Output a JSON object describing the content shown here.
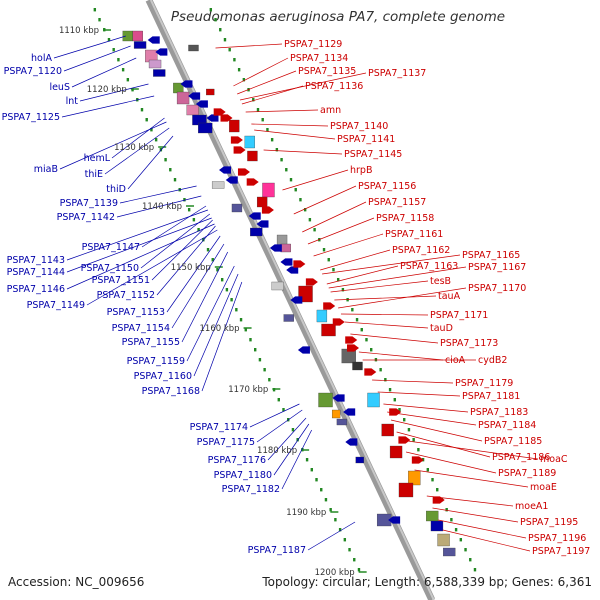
{
  "title": "Pseudomonas aeruginosa PA7, complete genome",
  "footer": {
    "accession": "Accession: NC_009656",
    "summary": "Topology: circular; Length: 6,588,339 bp; Genes: 6,361"
  },
  "colors": {
    "plus_strand": "#cc0000",
    "minus_strand": "#0000aa",
    "backbone": "#9a9a9a",
    "tick": "#228822"
  },
  "tick_labels": [
    "1110 kbp",
    "1120 kbp",
    "1130 kbp",
    "1140 kbp",
    "1150 kbp",
    "1160 kbp",
    "1170 kbp",
    "1180 kbp",
    "1190 kbp",
    "1200 kbp"
  ],
  "left_labels": [
    "holA",
    "PSPA7_1120",
    "leuS",
    "lnt",
    "PSPA7_1125",
    "hemL",
    "miaB",
    "thiE",
    "thiD",
    "PSPA7_1139",
    "PSPA7_1142",
    "PSPA7_1147",
    "PSPA7_1143",
    "PSPA7_1150",
    "PSPA7_1144",
    "PSPA7_1151",
    "PSPA7_1146",
    "PSPA7_1152",
    "PSPA7_1149",
    "PSPA7_1153",
    "PSPA7_1154",
    "PSPA7_1155",
    "PSPA7_1159",
    "PSPA7_1160",
    "PSPA7_1168",
    "PSPA7_1174",
    "PSPA7_1175",
    "PSPA7_1176",
    "PSPA7_1180",
    "PSPA7_1182",
    "PSPA7_1187"
  ],
  "right_labels": [
    "PSPA7_1129",
    "PSPA7_1134",
    "PSPA7_1135",
    "PSPA7_1137",
    "PSPA7_1136",
    "amn",
    "PSPA7_1140",
    "PSPA7_1141",
    "PSPA7_1145",
    "hrpB",
    "PSPA7_1156",
    "PSPA7_1157",
    "PSPA7_1158",
    "PSPA7_1161",
    "PSPA7_1162",
    "PSPA7_1165",
    "PSPA7_1163",
    "PSPA7_1167",
    "tesB",
    "tauA",
    "PSPA7_1170",
    "PSPA7_1171",
    "tauD",
    "PSPA7_1173",
    "cioA",
    "cydB2",
    "PSPA7_1179",
    "PSPA7_1181",
    "PSPA7_1183",
    "PSPA7_1184",
    "PSPA7_1185",
    "PSPA7_1186",
    "moaC",
    "PSPA7_1189",
    "moaE",
    "moeA1",
    "PSPA7_1195",
    "PSPA7_1196",
    "PSPA7_1197"
  ]
}
